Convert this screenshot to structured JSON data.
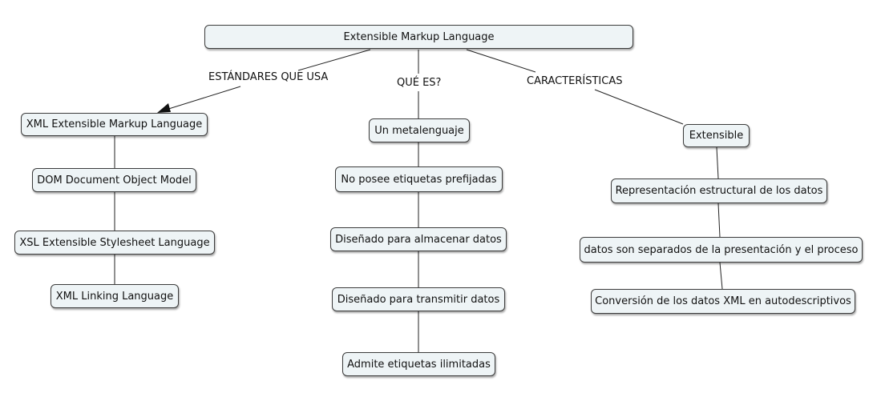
{
  "map": {
    "root": "Extensible Markup Language",
    "links": {
      "left": "ESTÁNDARES QUE USA",
      "middle": "QUÉ ES?",
      "right": "CARACTERÍSTICAS"
    },
    "left_nodes": [
      "XML Extensible Markup Language",
      "DOM Document Object Model",
      "XSL Extensible Stylesheet Language",
      "XML Linking Language"
    ],
    "middle_nodes": [
      "Un metalenguaje",
      "No posee etiquetas prefijadas",
      "Diseñado para almacenar datos",
      "Diseñado para transmitir datos",
      "Admite etiquetas ilimitadas"
    ],
    "right_nodes": [
      "Extensible",
      "Representación estructural de los datos",
      "datos son separados de la presentación y el proceso",
      "Conversión de los datos XML en autodescriptivos"
    ]
  }
}
